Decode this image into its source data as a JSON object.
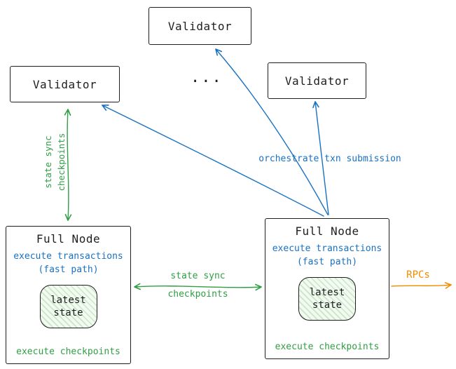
{
  "colors": {
    "ink": "#1e1e1e",
    "green": "#2f9e44",
    "blue": "#1971c2",
    "orange": "#f08c00",
    "state_fill": "#f3faf0"
  },
  "nodes": {
    "validator_top": {
      "label": "Validator"
    },
    "validator_left": {
      "label": "Validator"
    },
    "validator_right": {
      "label": "Validator"
    },
    "ellipsis": "...",
    "full_node_left": {
      "title": "Full Node",
      "execute_line1": "execute transactions",
      "execute_line2": "(fast path)",
      "state_line1": "latest",
      "state_line2": "state",
      "checkpoints": "execute checkpoints"
    },
    "full_node_right": {
      "title": "Full Node",
      "execute_line1": "execute transactions",
      "execute_line2": "(fast path)",
      "state_line1": "latest",
      "state_line2": "state",
      "checkpoints": "execute checkpoints"
    }
  },
  "edges": {
    "state_sync_vertical": {
      "line1": "state sync",
      "line2": "checkpoints"
    },
    "state_sync_horizontal": {
      "line1": "state sync",
      "line2": "checkpoints"
    },
    "orchestrate": {
      "label": "orchestrate txn submission"
    },
    "rpcs": {
      "label": "RPCs"
    }
  }
}
